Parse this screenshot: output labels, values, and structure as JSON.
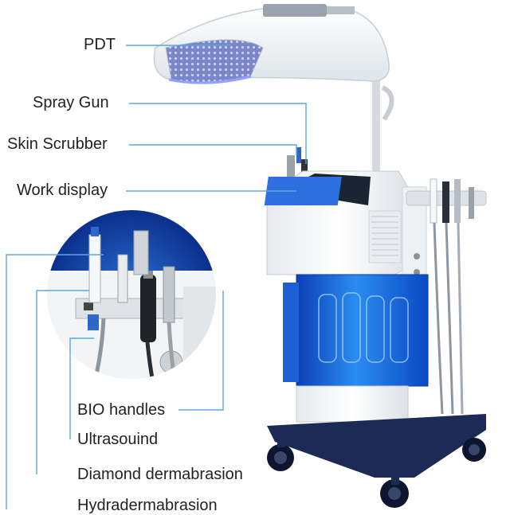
{
  "labels": {
    "pdt": "PDT",
    "spray_gun": "Spray Gun",
    "skin_scrubber": "Skin Scrubber",
    "work_display": "Work display",
    "bio_handles": "BIO handles",
    "ultrasound": "Ultrasouind",
    "diamond": "Diamond dermabrasion",
    "hydra": "Hydradermabrasion"
  },
  "colors": {
    "callout_line": "#5aa7e0",
    "tank_blue": "#1e6fe0",
    "body_white": "#f4f6f8",
    "base_navy": "#1d2a55"
  }
}
